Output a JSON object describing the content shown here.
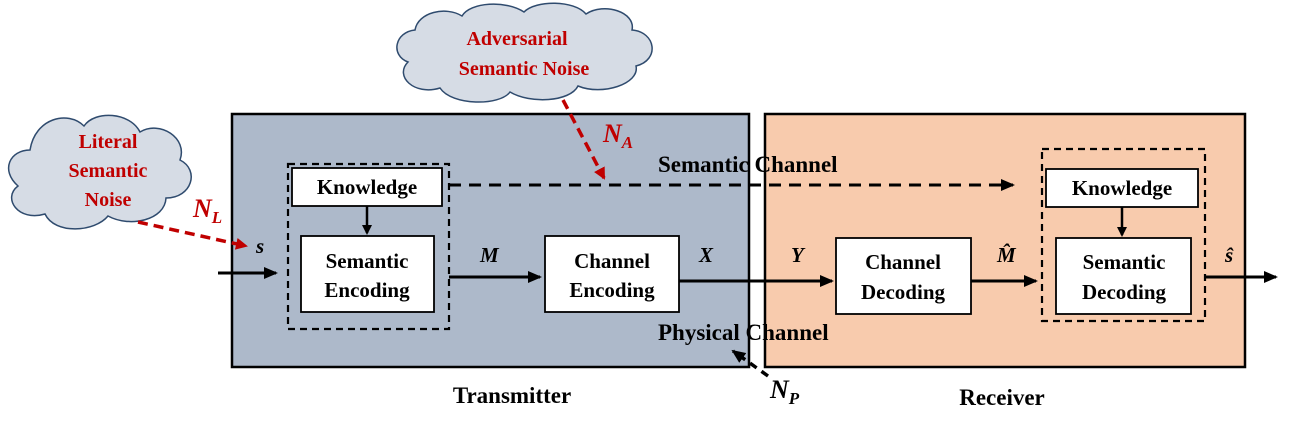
{
  "colors": {
    "transmitter_fill": "#adb9ca",
    "receiver_fill": "#f8cbad",
    "cloud_fill": "#d6dce5",
    "noise_red": "#c00000",
    "line_black": "#000000"
  },
  "noise_sources": {
    "literal": {
      "label_lines": [
        "Literal",
        "Semantic",
        "Noise"
      ],
      "symbol": "N",
      "subscript": "L"
    },
    "adversarial": {
      "label_lines": [
        "Adversarial",
        "Semantic Noise"
      ],
      "symbol": "N",
      "subscript": "A"
    },
    "physical": {
      "symbol": "N",
      "subscript": "P"
    }
  },
  "transmitter": {
    "title": "Transmitter",
    "knowledge": "Knowledge",
    "semantic_encoding": [
      "Semantic",
      "Encoding"
    ],
    "channel_encoding": [
      "Channel",
      "Encoding"
    ]
  },
  "receiver": {
    "title": "Receiver",
    "knowledge": "Knowledge",
    "channel_decoding": [
      "Channel",
      "Decoding"
    ],
    "semantic_decoding": [
      "Semantic",
      "Decoding"
    ]
  },
  "channels": {
    "semantic": "Semantic Channel",
    "physical": "Physical Channel"
  },
  "signals": {
    "input": "s",
    "message": "M",
    "tx_out": "X",
    "rx_in": "Y",
    "decoded_message": "M̂",
    "output": "ŝ"
  }
}
